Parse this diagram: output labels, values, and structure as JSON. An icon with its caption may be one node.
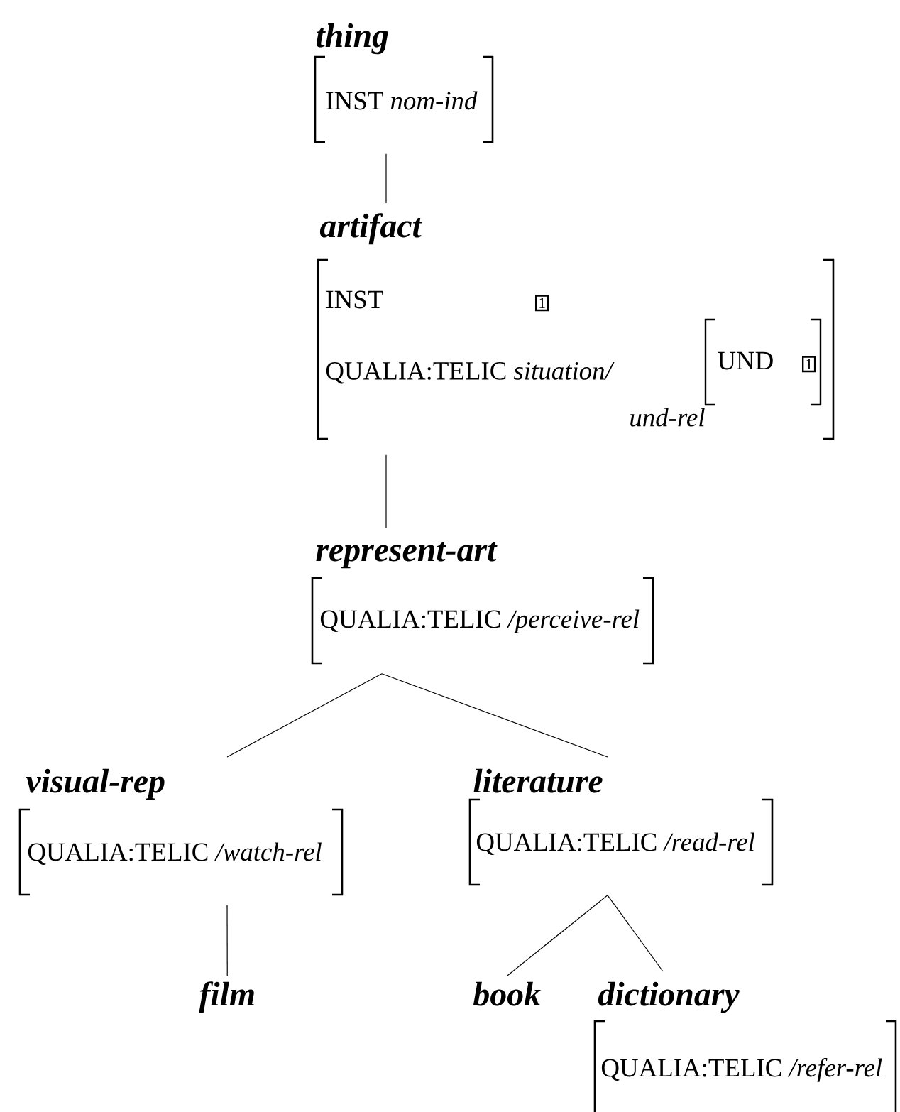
{
  "diagram": {
    "nodes": [
      {
        "text": [
          "thing",
          "INST *nom-ind*"
        ]
      },
      {
        "text": [
          "artifact",
          "INST",
          "1",
          "QUALIA:TELIC *situation/ und-rel*",
          "UND",
          "1"
        ]
      },
      {
        "text": [
          "represent-art",
          "QUALIA:TELIC */perceive-rel*"
        ]
      },
      {
        "text": [
          "visual-rep",
          "QUALIA:TELIC */watch-rel*"
        ]
      },
      {
        "text": [
          "literature",
          "QUALIA:TELIC */read-rel*"
        ]
      },
      {
        "text": [
          "film"
        ]
      },
      {
        "text": [
          "book"
        ]
      },
      {
        "text": [
          "dictionary",
          "QUALIA:TELIC */refer-rel*"
        ]
      }
    ],
    "edges": [
      {
        "from": 0,
        "to": 1,
        "arrow": "none"
      },
      {
        "from": 1,
        "to": 2,
        "arrow": "none"
      },
      {
        "from": 2,
        "to": 3,
        "arrow": "none"
      },
      {
        "from": 2,
        "to": 4,
        "arrow": "none"
      },
      {
        "from": 3,
        "to": 5,
        "arrow": "none"
      },
      {
        "from": 4,
        "to": 6,
        "arrow": "none"
      },
      {
        "from": 4,
        "to": 7,
        "arrow": "none"
      }
    ]
  }
}
